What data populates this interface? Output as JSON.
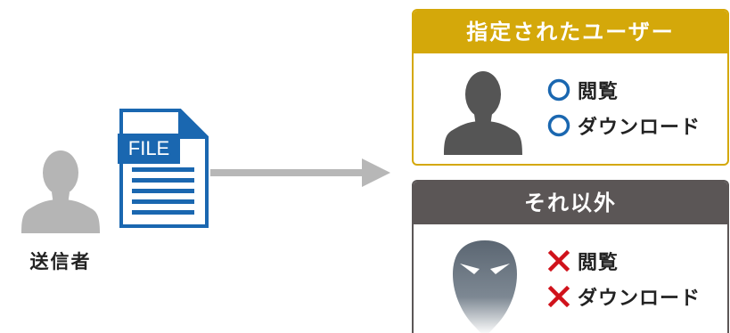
{
  "sender": {
    "label": "送信者",
    "icon": "person-icon"
  },
  "file": {
    "label": "FILE",
    "icon": "document-icon"
  },
  "arrow": {
    "icon": "arrow-right-icon"
  },
  "designated_users": {
    "title": "指定されたユーザー",
    "color": "#d4a80a",
    "avatar_icon": "person-icon",
    "permissions": [
      {
        "mark": "circle-icon",
        "label": "閲覧"
      },
      {
        "mark": "circle-icon",
        "label": "ダウンロード"
      }
    ]
  },
  "others": {
    "title": "それ以外",
    "color": "#5b5656",
    "avatar_icon": "masked-villain-icon",
    "permissions": [
      {
        "mark": "cross-icon",
        "label": "閲覧"
      },
      {
        "mark": "cross-icon",
        "label": "ダウンロード"
      }
    ]
  },
  "colors": {
    "circle": "#1a67b0",
    "cross": "#d0121b",
    "file": "#1a67b0",
    "arrow": "#b7b7b7"
  }
}
